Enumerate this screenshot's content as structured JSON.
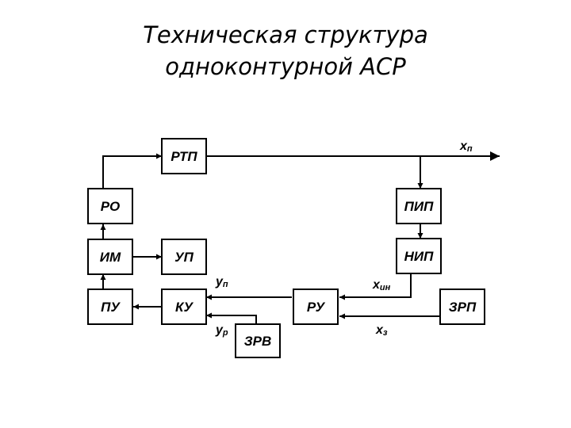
{
  "title": {
    "line1": "Техническая структура",
    "line2": "одноконтурной АСР"
  },
  "blocks": {
    "rtp": "РТП",
    "ro": "РО",
    "im": "ИМ",
    "up": "УП",
    "pu": "ПУ",
    "ku": "КУ",
    "zrv": "ЗРВ",
    "ru": "РУ",
    "pip": "ПИП",
    "nip": "НИП",
    "zrp": "ЗРП"
  },
  "signals": {
    "xp": {
      "main": "x",
      "sub": "п"
    },
    "yp": {
      "main": "y",
      "sub": "п"
    },
    "yr": {
      "main": "y",
      "sub": "р"
    },
    "xin": {
      "main": "x",
      "sub": "ин"
    },
    "xz": {
      "main": "x",
      "sub": "з"
    }
  }
}
